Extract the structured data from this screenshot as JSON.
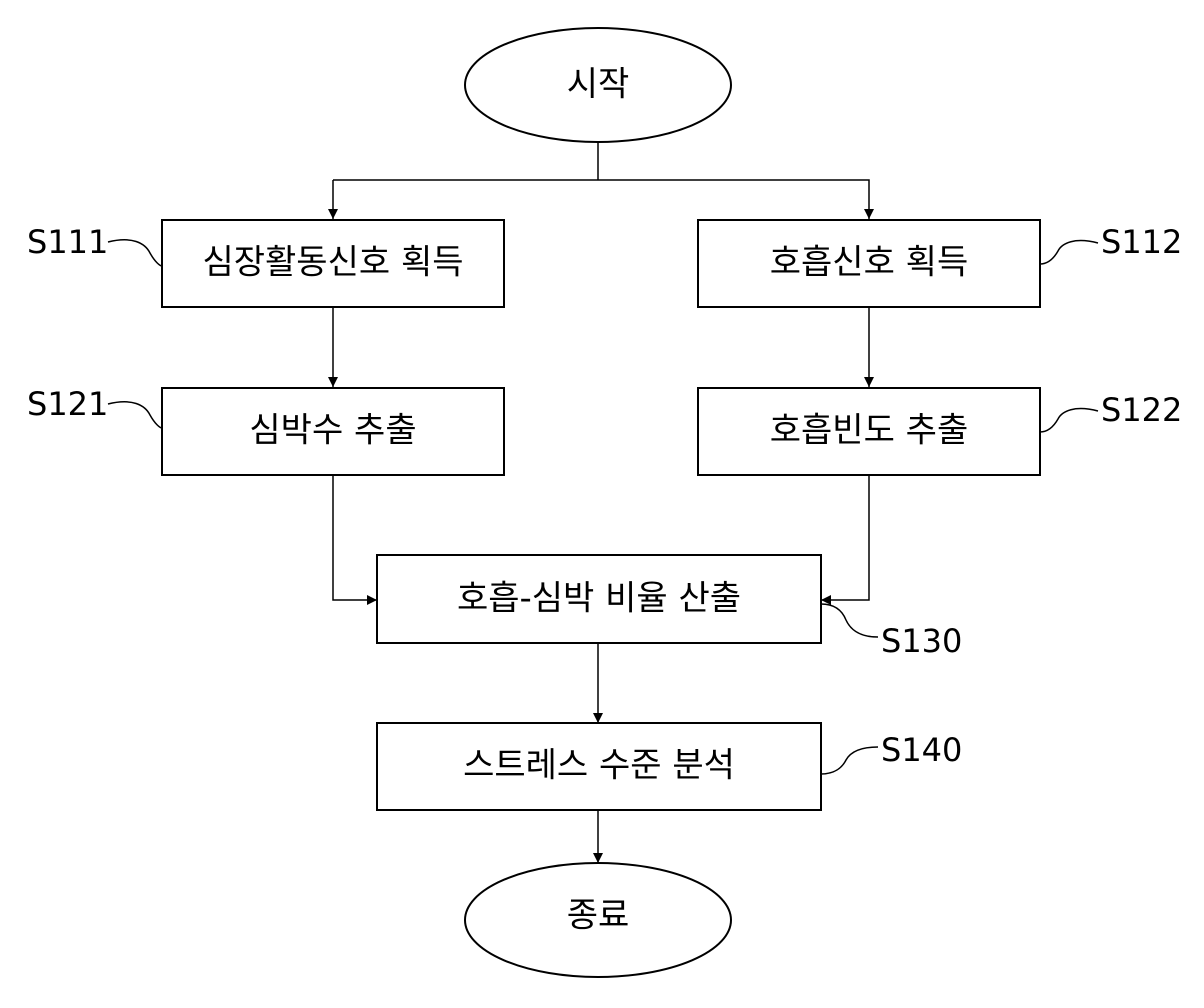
{
  "flowchart": {
    "start": "시작",
    "end": "종료",
    "steps": {
      "s111": {
        "code": "S111",
        "text": "심장활동신호 획득"
      },
      "s112": {
        "code": "S112",
        "text": "호흡신호 획득"
      },
      "s121": {
        "code": "S121",
        "text": "심박수 추출"
      },
      "s122": {
        "code": "S122",
        "text": "호흡빈도 추출"
      },
      "s130": {
        "code": "S130",
        "text": "호흡-심박 비율 산출"
      },
      "s140": {
        "code": "S140",
        "text": "스트레스 수준 분석"
      }
    }
  }
}
